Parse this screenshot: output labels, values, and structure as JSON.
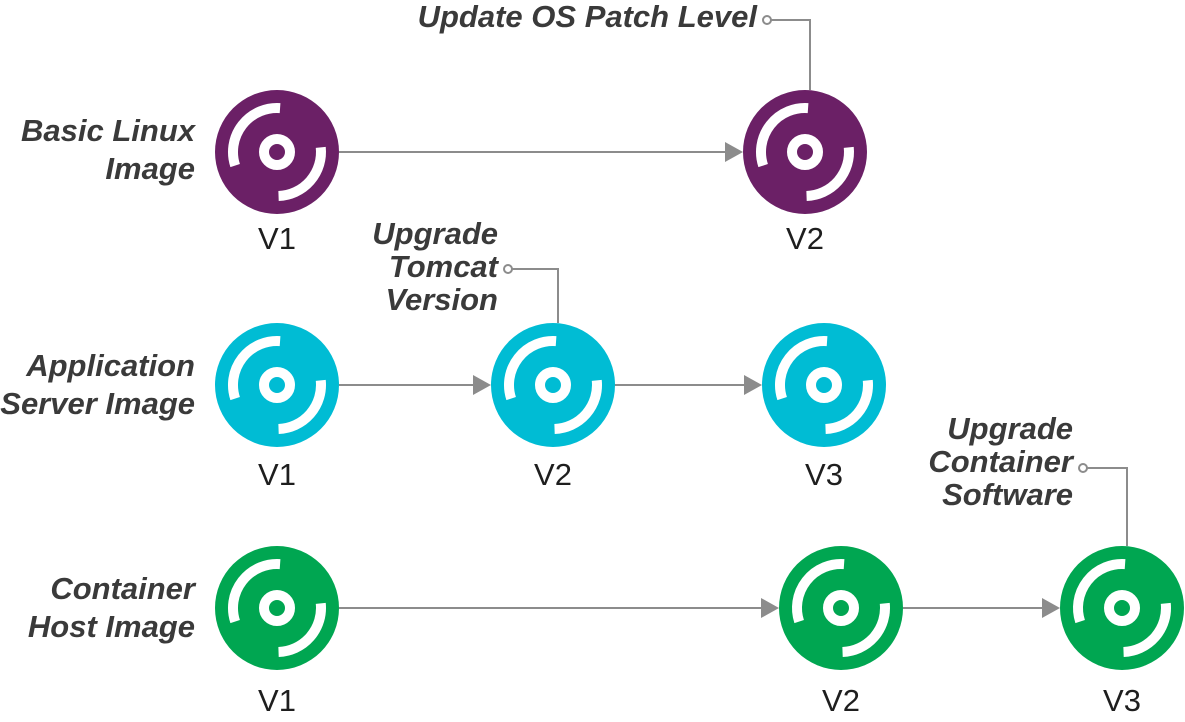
{
  "colors": {
    "purple": "#6b2066",
    "cyan": "#00bcd4",
    "green": "#00a651",
    "arrow": "#8c8c8c",
    "text": "#3a3a3a"
  },
  "icon": "disc-icon",
  "rows": [
    {
      "name": "basic-linux",
      "label_lines": [
        "Basic Linux",
        "Image"
      ],
      "color": "#6b2066",
      "nodes": [
        {
          "version": "V1"
        },
        {
          "version": "V2",
          "annotation_lines": [
            "Update OS Patch Level"
          ]
        }
      ]
    },
    {
      "name": "application-server",
      "label_lines": [
        "Application",
        "Server Image"
      ],
      "color": "#00bcd4",
      "nodes": [
        {
          "version": "V1"
        },
        {
          "version": "V2",
          "annotation_lines": [
            "Upgrade",
            "Tomcat",
            "Version"
          ]
        },
        {
          "version": "V3"
        }
      ]
    },
    {
      "name": "container-host",
      "label_lines": [
        "Container",
        "Host Image"
      ],
      "color": "#00a651",
      "nodes": [
        {
          "version": "V1"
        },
        {
          "version": "V2"
        },
        {
          "version": "V3",
          "annotation_lines": [
            "Upgrade",
            "Container",
            "Software"
          ]
        }
      ]
    }
  ]
}
